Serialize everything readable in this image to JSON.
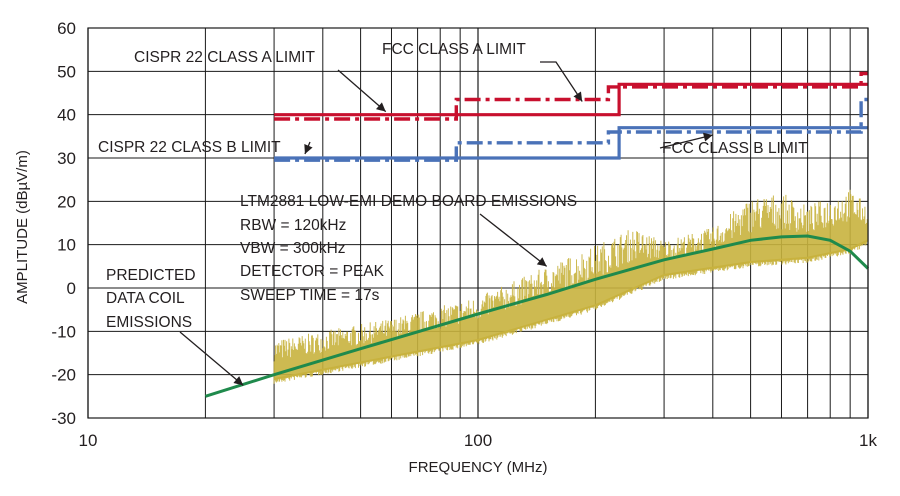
{
  "chart_data": {
    "type": "line",
    "xlabel": "FREQUENCY (MHz)",
    "ylabel": "AMPLITUDE (dBµV/m)",
    "xscale": "log",
    "xlim": [
      10,
      1000
    ],
    "ylim": [
      -30,
      60
    ],
    "x_ticks": [
      {
        "value": 10,
        "label": "10"
      },
      {
        "value": 100,
        "label": "100"
      },
      {
        "value": 1000,
        "label": "1k"
      }
    ],
    "y_ticks": [
      -30,
      -20,
      -10,
      0,
      10,
      20,
      30,
      40,
      50,
      60
    ],
    "grid": true,
    "colors": {
      "class_a": "#c8102e",
      "class_b": "#4a72b8",
      "emissions": "#c8b23e",
      "predicted": "#1f8a4c",
      "grid": "#1a1a1a",
      "text": "#231f20"
    },
    "series": [
      {
        "name": "CISPR 22 CLASS A LIMIT",
        "style": "solid",
        "color": "#c8102e",
        "x": [
          30,
          230,
          230,
          1000
        ],
        "y": [
          40,
          40,
          47,
          47
        ]
      },
      {
        "name": "FCC CLASS A LIMIT",
        "style": "dashdot",
        "color": "#c8102e",
        "x": [
          30,
          88,
          88,
          216,
          216,
          960,
          960,
          1000
        ],
        "y": [
          39,
          39,
          43.5,
          43.5,
          46.4,
          46.4,
          49.5,
          49.5
        ]
      },
      {
        "name": "CISPR 22 CLASS B LIMIT",
        "style": "solid",
        "color": "#4a72b8",
        "x": [
          30,
          230,
          230,
          1000
        ],
        "y": [
          30,
          30,
          37,
          37
        ]
      },
      {
        "name": "FCC CLASS B LIMIT",
        "style": "dashdot",
        "color": "#4a72b8",
        "x": [
          30,
          88,
          88,
          216,
          216,
          960,
          960,
          1000
        ],
        "y": [
          29.5,
          29.5,
          33.5,
          33.5,
          36,
          36,
          43.5,
          43.5
        ]
      },
      {
        "name": "LTM2881 LOW-EMI DEMO BOARD EMISSIONS",
        "style": "spectrum",
        "color": "#c8b23e",
        "floor": {
          "x": [
            30,
            100,
            200,
            300,
            500,
            700,
            900,
            1000
          ],
          "y": [
            -21,
            -12,
            -4,
            3,
            6,
            7,
            9,
            11
          ]
        },
        "peaks": {
          "x": [
            30,
            60,
            100,
            150,
            200,
            250,
            300,
            400,
            500,
            600,
            700,
            900,
            1000
          ],
          "y": [
            -12,
            -7,
            -2,
            5,
            10,
            14,
            11,
            14,
            21,
            22,
            19,
            23,
            19
          ]
        }
      },
      {
        "name": "PREDICTED DATA COIL EMISSIONS",
        "style": "solid",
        "color": "#1f8a4c",
        "x": [
          20,
          30,
          50,
          100,
          150,
          200,
          300,
          400,
          500,
          600,
          700,
          800,
          900,
          1000
        ],
        "y": [
          -25,
          -20,
          -14,
          -6,
          -1.5,
          2,
          6.5,
          9,
          11,
          11.8,
          12,
          11,
          8.5,
          4.5
        ]
      }
    ],
    "annotations": {
      "cispr_a": "CISPR 22 CLASS A LIMIT",
      "fcc_a": "FCC CLASS A LIMIT",
      "cispr_b": "CISPR 22 CLASS B LIMIT",
      "fcc_b": "FCC CLASS B LIMIT",
      "emissions_lines": [
        "LTM2881 LOW-EMI DEMO BOARD EMISSIONS",
        "RBW = 120kHz",
        "VBW = 300kHz",
        "DETECTOR = PEAK",
        "SWEEP TIME = 17s"
      ],
      "predicted_lines": [
        "PREDICTED",
        "DATA COIL",
        "EMISSIONS"
      ]
    }
  }
}
